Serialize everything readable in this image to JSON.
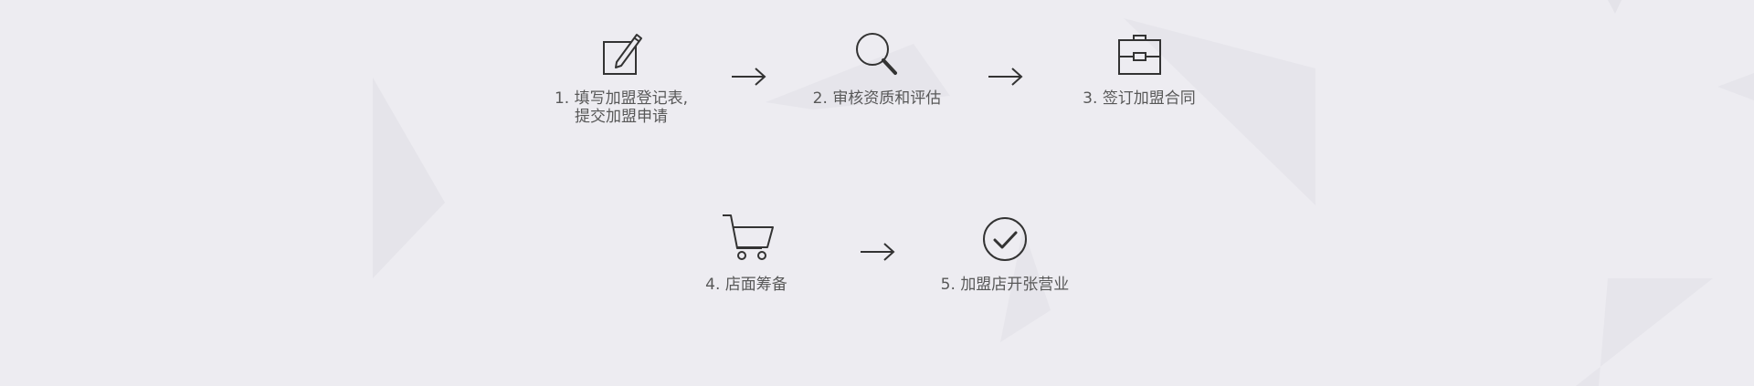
{
  "steps": [
    {
      "number": "1.",
      "lines": [
        "填写加盟登记表,",
        "提交加盟申请"
      ],
      "icon": "edit-icon"
    },
    {
      "number": "2.",
      "lines": [
        "审核资质和评估"
      ],
      "icon": "search-icon"
    },
    {
      "number": "3.",
      "lines": [
        "签订加盟合同"
      ],
      "icon": "briefcase-icon"
    },
    {
      "number": "4.",
      "lines": [
        "店面筹备"
      ],
      "icon": "cart-icon"
    },
    {
      "number": "5.",
      "lines": [
        "加盟店开张营业"
      ],
      "icon": "check-circle-icon"
    }
  ],
  "colors": {
    "background": "#edecf1",
    "shape": "#e3e2e8",
    "icon": "#333333",
    "text": "#585858"
  }
}
